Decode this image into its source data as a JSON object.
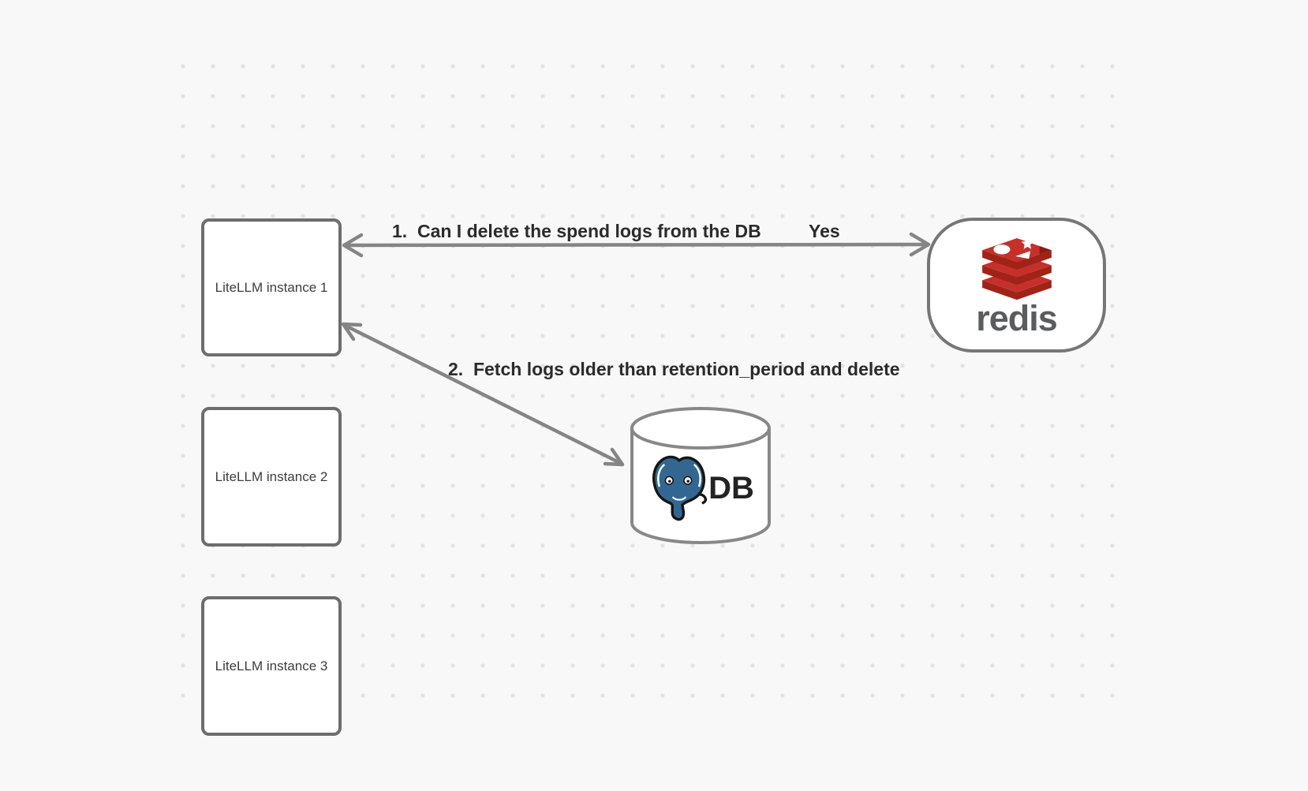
{
  "diagram": {
    "nodes": {
      "instance1": {
        "label": "LiteLLM instance 1"
      },
      "instance2": {
        "label": "LiteLLM instance 2"
      },
      "instance3": {
        "label": "LiteLLM instance 3"
      },
      "redis": {
        "label": "redis"
      },
      "db": {
        "label": "DB"
      }
    },
    "edges": {
      "edge1": {
        "label": "1.  Can I delete the spend logs from the DB",
        "response": "Yes",
        "from": "LiteLLM instance 1",
        "to": "redis"
      },
      "edge2": {
        "label": "2.  Fetch logs older than retention_period and delete",
        "from": "LiteLLM instance 1",
        "to": "DB"
      }
    },
    "colors": {
      "background": "#f8f8f8",
      "dot_grid": "#e3e3e3",
      "node_border": "#6d6d6d",
      "arrow": "#858585",
      "label_text": "#2b2b2b",
      "node_text": "#3d3d3d",
      "redis_red": "#c6302b",
      "redis_dark_red": "#a02318",
      "redis_wordmark": "#5b5c5e",
      "postgres_blue": "#336791",
      "db_text": "#232323"
    }
  }
}
